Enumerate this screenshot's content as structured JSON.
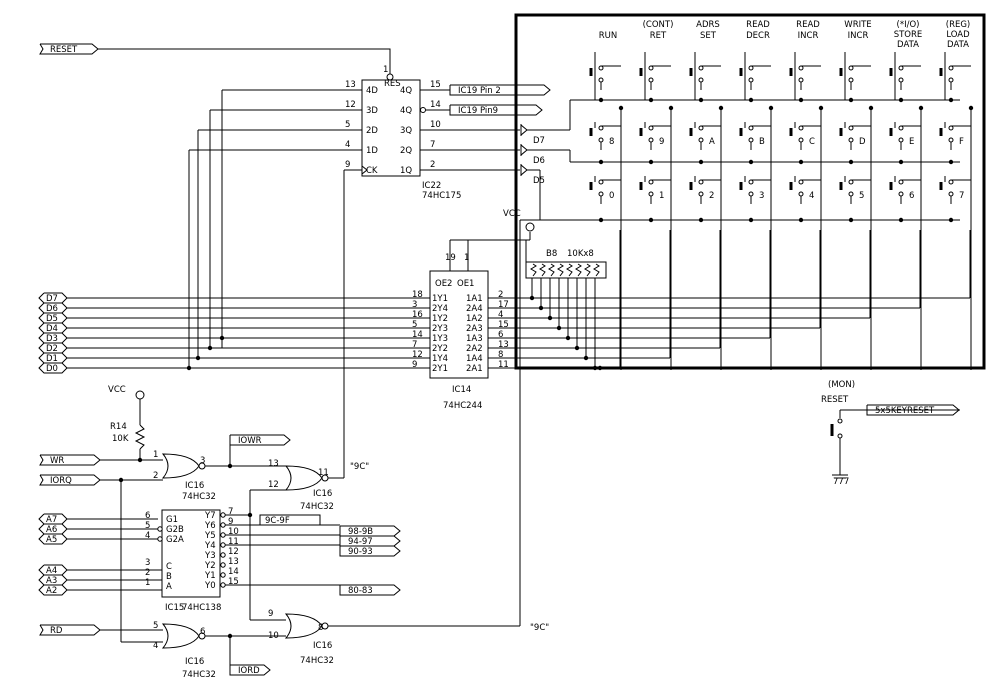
{
  "signals": {
    "reset": "RESET",
    "data_bus": [
      "D7",
      "D6",
      "D5",
      "D4",
      "D3",
      "D2",
      "D1",
      "D0"
    ],
    "iowr": "IOWR",
    "iord": "IORD",
    "wr": "WR_",
    "iorq": "IORQ_",
    "rd": "RD_",
    "addr_high": [
      "A7",
      "A6",
      "A5"
    ],
    "addr_low": [
      "A4",
      "A3",
      "A2"
    ],
    "decode_outputs": [
      "9C-9F",
      "98-9B",
      "94-97",
      "90-93",
      "80-83"
    ],
    "ic19_pin2": "IC19 Pin 2",
    "ic19_pin9": "IC19 Pin9",
    "key_reset": "5x5KEYRESET"
  },
  "ic22": {
    "name": "IC22",
    "part": "74HC175",
    "inputs": [
      "4D",
      "3D",
      "2D",
      "1D",
      "CK"
    ],
    "input_pins": [
      "13",
      "12",
      "5",
      "4",
      "9"
    ],
    "outputs": [
      "4Q",
      "4Q",
      "3Q",
      "2Q",
      "1Q"
    ],
    "output_pins": [
      "15",
      "14",
      "10",
      "7",
      "2"
    ],
    "reset_label": "RES",
    "reset_pin": "1"
  },
  "ic14": {
    "name": "IC14",
    "part": "74HC244",
    "top_labels": [
      "OE2",
      "OE1"
    ],
    "top_pins": [
      "19",
      "1"
    ],
    "left_labels": [
      "1Y1",
      "2Y4",
      "1Y2",
      "2Y3",
      "1Y3",
      "2Y2",
      "1Y4",
      "2Y1"
    ],
    "left_pins": [
      "18",
      "3",
      "16",
      "5",
      "14",
      "7",
      "12",
      "9"
    ],
    "right_labels": [
      "1A1",
      "2A4",
      "1A2",
      "2A3",
      "1A3",
      "2A2",
      "1A4",
      "2A1"
    ],
    "right_pins": [
      "2",
      "17",
      "4",
      "15",
      "6",
      "13",
      "8",
      "11"
    ]
  },
  "ic15": {
    "name": "IC15",
    "part": "74HC138",
    "left_labels": [
      "G1",
      "G2B",
      "G2A",
      "C",
      "B",
      "A"
    ],
    "left_pins": [
      "6",
      "5",
      "4",
      "3",
      "2",
      "1"
    ],
    "right_labels": [
      "Y7",
      "Y6",
      "Y5",
      "Y4",
      "Y3",
      "Y2",
      "Y1",
      "Y0"
    ],
    "right_pins": [
      "7",
      "9",
      "10",
      "11",
      "12",
      "13",
      "14",
      "15"
    ]
  },
  "gates": [
    {
      "name": "IC16",
      "part": "74HC32",
      "in1": "1",
      "in2": "2",
      "out": "3"
    },
    {
      "name": "IC16",
      "part": "74HC32",
      "in1": "13",
      "in2": "12",
      "out": "11"
    },
    {
      "name": "IC16",
      "part": "74HC32",
      "in1": "5",
      "in2": "4",
      "out": "6"
    },
    {
      "name": "IC16",
      "part": "74HC32",
      "in1": "9",
      "in2": "10",
      "out": "8"
    }
  ],
  "resistor": {
    "name": "R14",
    "value": "10K",
    "vcc": "VCC"
  },
  "resistor_pack": {
    "name": "B8",
    "value": "10Kx8"
  },
  "vcc_label": "VCC",
  "diodes": [
    "D7",
    "D6",
    "D5"
  ],
  "annotations": [
    "\"9C\"",
    "\"9C\""
  ],
  "keypad": {
    "headers": [
      [
        "",
        "RUN"
      ],
      [
        "(CONT)",
        "RET"
      ],
      [
        "ADRS",
        "SET"
      ],
      [
        "READ",
        "DECR"
      ],
      [
        "READ",
        "INCR"
      ],
      [
        "WRITE",
        "INCR"
      ],
      [
        "(*I/O)",
        "STORE",
        "DATA"
      ],
      [
        "(REG)",
        "LOAD",
        "DATA"
      ]
    ],
    "row2_keys": [
      "8",
      "9",
      "A",
      "B",
      "C",
      "D",
      "E",
      "F"
    ],
    "row3_keys": [
      "0",
      "1",
      "2",
      "3",
      "4",
      "5",
      "6",
      "7"
    ]
  },
  "mon": {
    "title": "(MON)",
    "label": "RESET"
  },
  "ground": "777"
}
